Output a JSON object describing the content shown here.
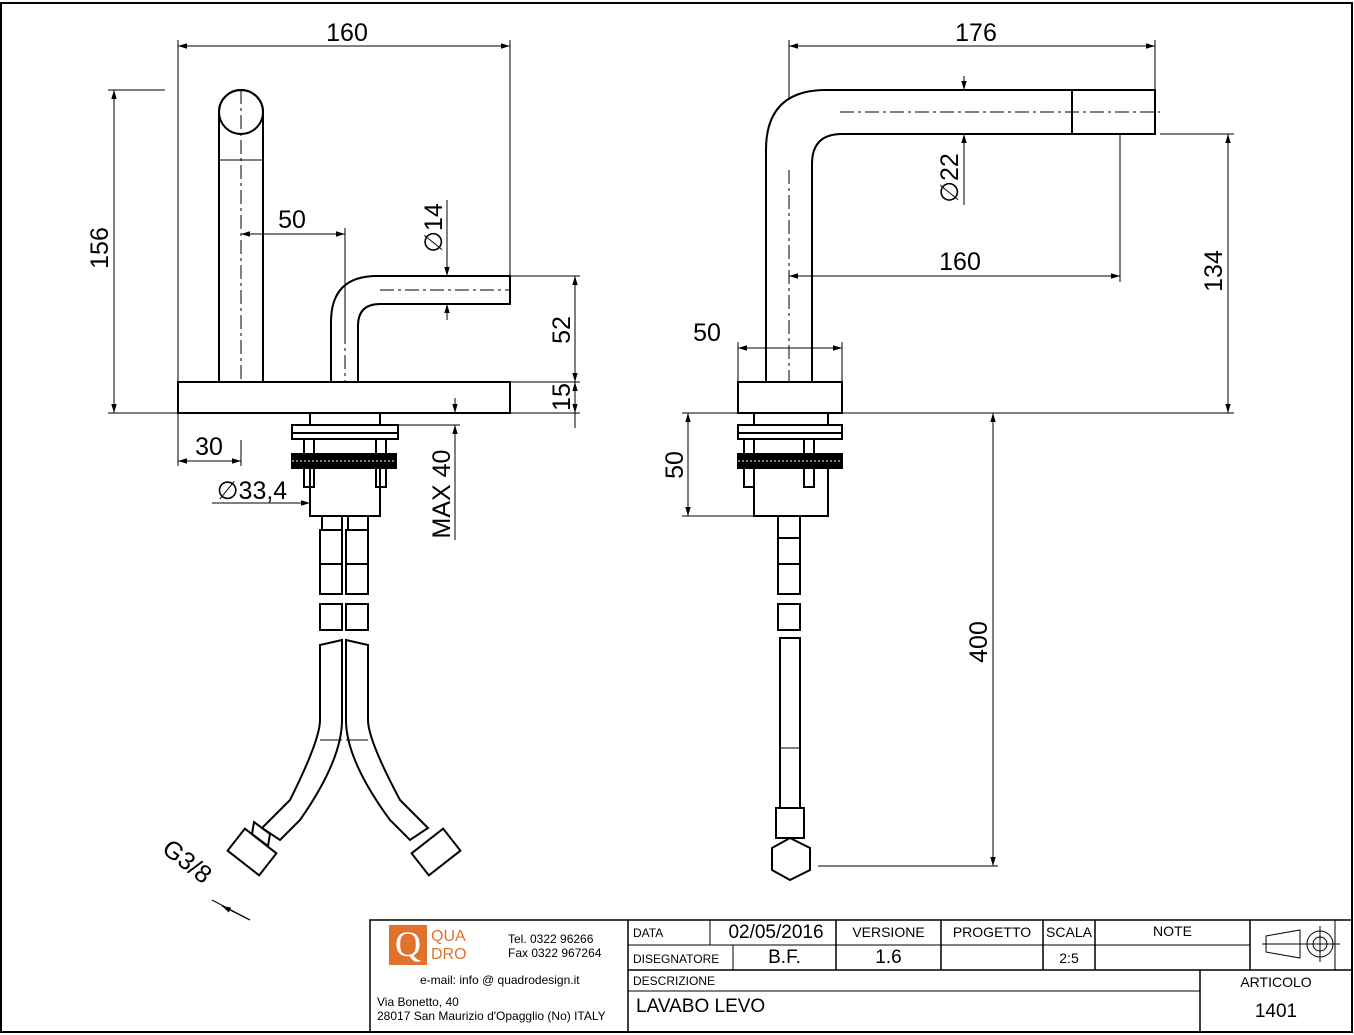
{
  "dimensions": {
    "left_view": {
      "width_total": "160",
      "height_total": "156",
      "lever_offset": "50",
      "lever_diameter": "∅14",
      "lever_height": "52",
      "base_height": "15",
      "left_offset": "30",
      "shank_diameter": "∅33,4",
      "max_thickness": "MAX 40",
      "hose_thread": "G3/8"
    },
    "right_view": {
      "reach_total": "176",
      "spout_diameter": "∅22",
      "spout_reach": "160",
      "spout_height": "134",
      "base_width": "50",
      "shank_length": "50",
      "hose_length": "400"
    }
  },
  "company": {
    "logo_letter": "Q",
    "logo_line1": "QUA",
    "logo_line2": "DRO",
    "tel": "Tel. 0322 96266",
    "fax": "Fax 0322 967264",
    "email": "e-mail:  info @ quadrodesign.it",
    "address_line1": "Via Bonetto, 40",
    "address_line2": "28017 San Maurizio d'Opagglio (No) ITALY"
  },
  "title_block": {
    "data_label": "DATA",
    "data_value": "02/05/2016",
    "versione_label": "VERSIONE",
    "versione_value": "1.6",
    "progetto_label": "PROGETTO",
    "progetto_value": "",
    "scala_label": "SCALA",
    "scala_value": "2:5",
    "note_label": "NOTE",
    "disegnatore_label": "DISEGNATORE",
    "disegnatore_value": "B.F.",
    "descrizione_label": "DESCRIZIONE",
    "descrizione_value": "LAVABO LEVO",
    "articolo_label": "ARTICOLO",
    "articolo_value": "1401"
  }
}
